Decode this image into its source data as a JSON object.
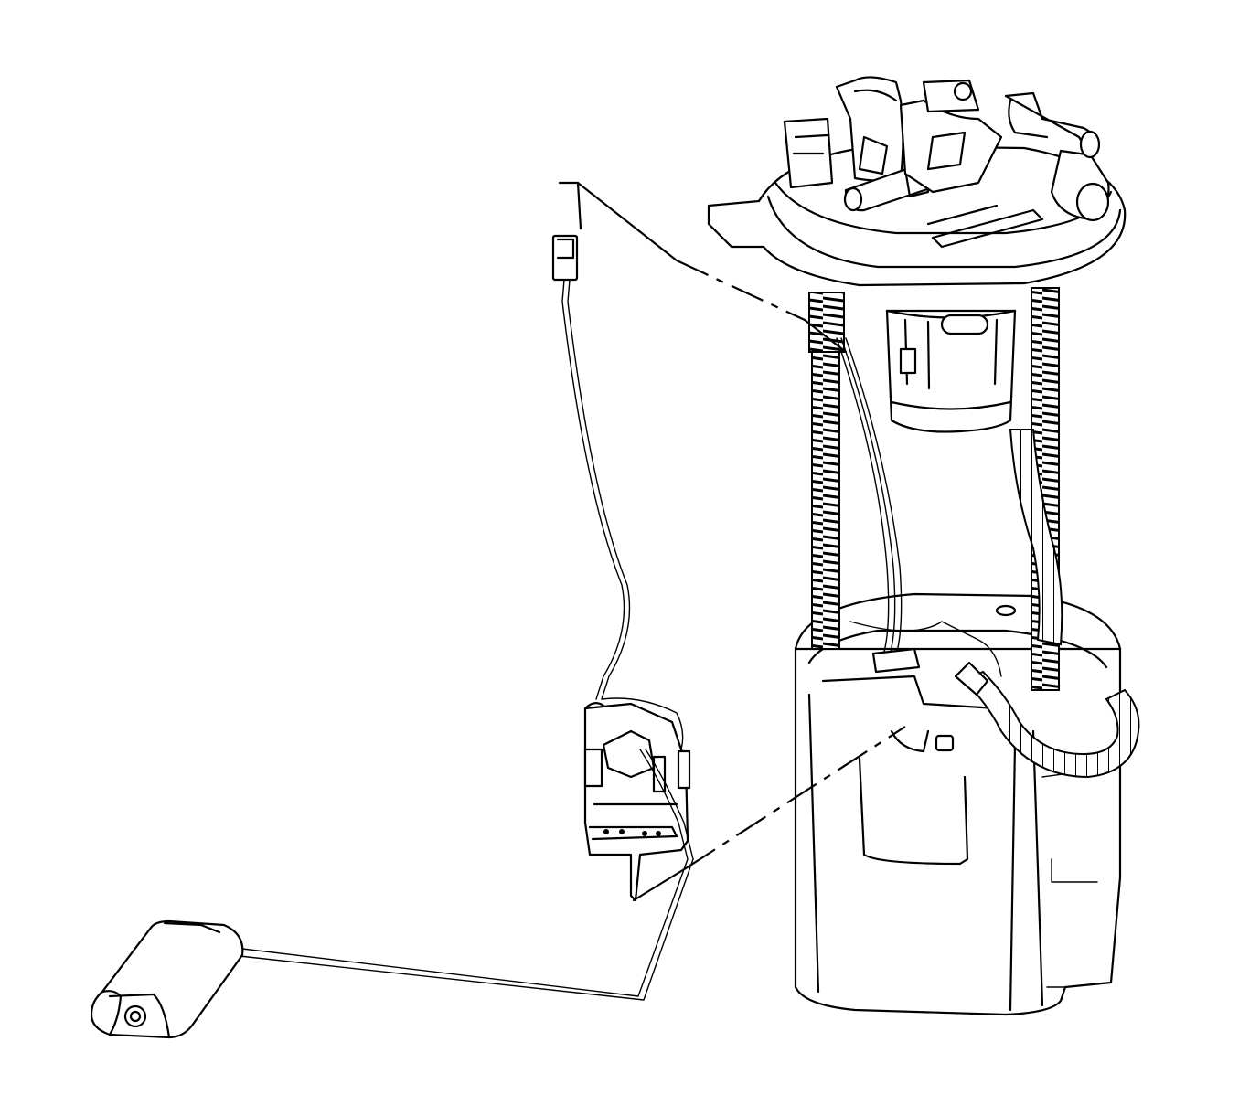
{
  "diagram": {
    "type": "exploded-view-line-art",
    "stroke_color": "#000000",
    "background": "#ffffff",
    "components": [
      {
        "name": "fuel-pump-module-assembly"
      },
      {
        "name": "fuel-level-sensor"
      },
      {
        "name": "float-arm"
      },
      {
        "name": "float"
      },
      {
        "name": "sensor-wire-harness-connector"
      },
      {
        "name": "corrugated-wiring-conduit"
      },
      {
        "name": "coil-springs"
      }
    ],
    "labels": []
  }
}
